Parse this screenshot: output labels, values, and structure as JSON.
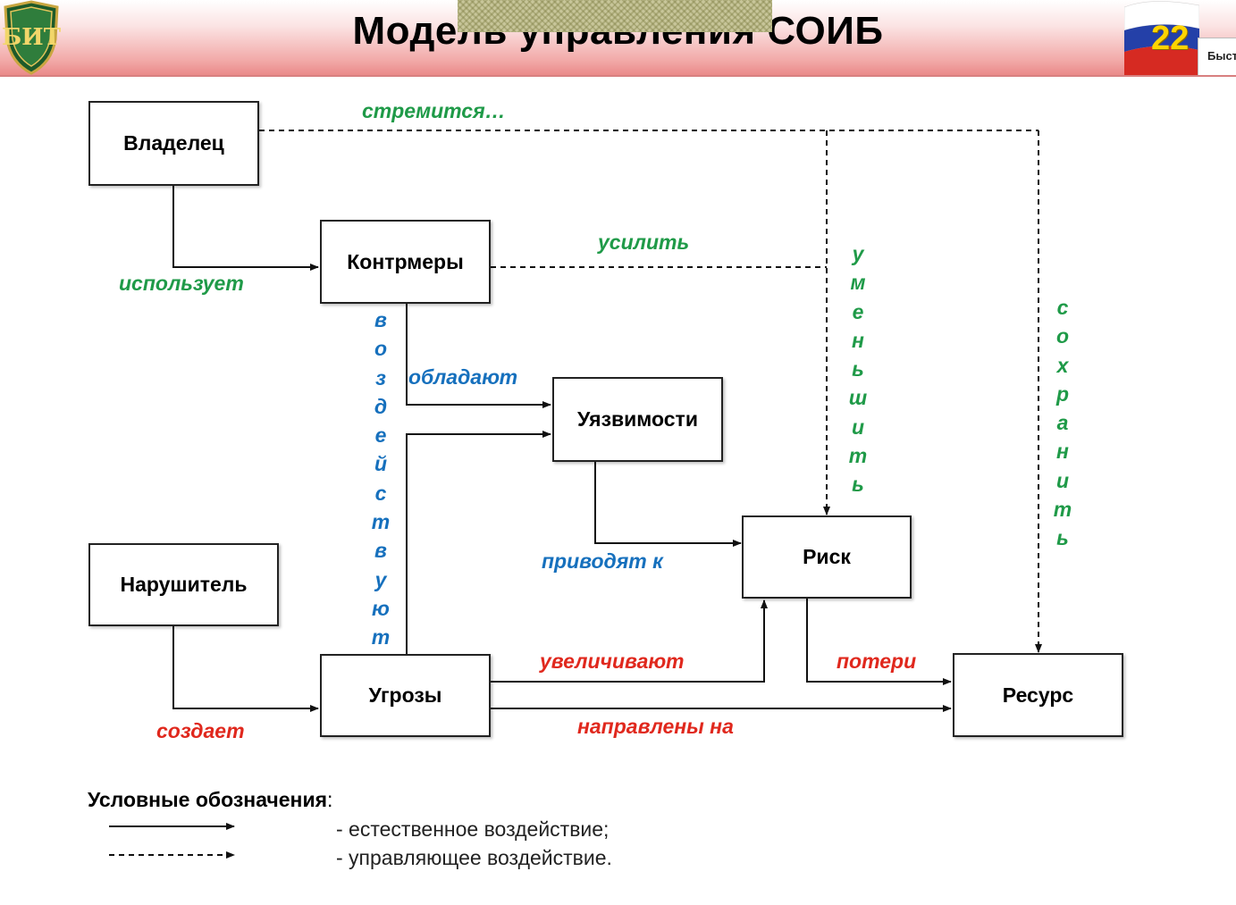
{
  "header": {
    "title": "Модель управления СОИБ",
    "slide_number": "22",
    "side_tag": "Быст",
    "logo_text": "БИТ"
  },
  "nodes": {
    "owner": "Владелец",
    "countermeasures": "Контрмеры",
    "vulnerabilities": "Уязвимости",
    "risk": "Риск",
    "intruder": "Нарушитель",
    "threats": "Угрозы",
    "resource": "Ресурс"
  },
  "edge_labels": {
    "strives": "стремится…",
    "uses": "использует",
    "strengthen": "усилить",
    "reduce": "уменьшить",
    "preserve": "сохранить",
    "affect": "воздействуют",
    "possess": "обладают",
    "lead_to": "приводят к",
    "increase": "увеличивают",
    "losses": "потери",
    "creates": "создает",
    "directed_at": "направлены на"
  },
  "colors": {
    "green": "#1f9a48",
    "blue": "#1670bd",
    "red": "#e0281d"
  },
  "legend": {
    "title": "Условные обозначения",
    "colon": ":",
    "natural": "- естественное воздействие;",
    "control": "- управляющее воздействие."
  }
}
